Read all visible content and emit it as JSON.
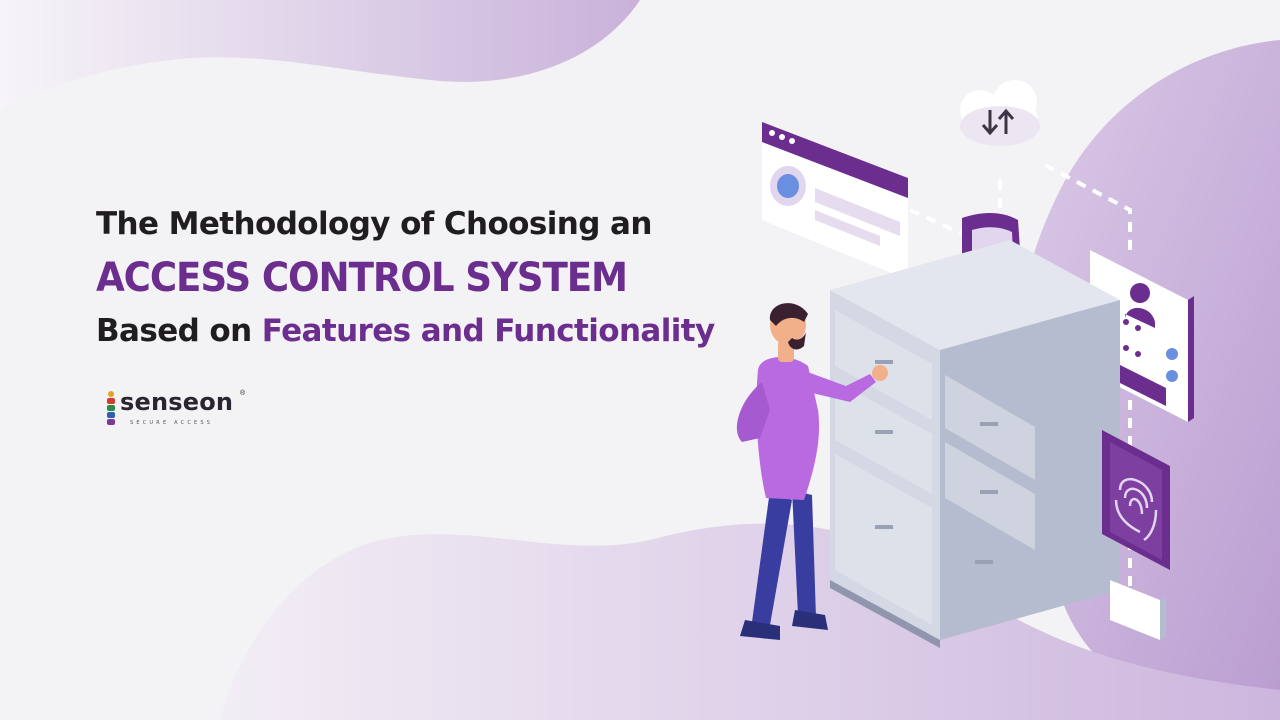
{
  "headline": {
    "line1": "The Methodology of Choosing an",
    "line2": "ACCESS CONTROL SYSTEM",
    "line3_prefix": "Based on ",
    "line3_accent": "Features and Functionality"
  },
  "brand": {
    "name": "senseon",
    "tagline": "SECURE ACCESS",
    "tm": "®"
  },
  "colors": {
    "accent": "#6b2d8e",
    "blob": "#c7afd8",
    "background": "#f3f2f4"
  },
  "illustration": {
    "icons": [
      "cloud-sync-icon",
      "browser-window-icon",
      "shield-check-icon",
      "user-login-icon",
      "fingerprint-icon"
    ]
  }
}
